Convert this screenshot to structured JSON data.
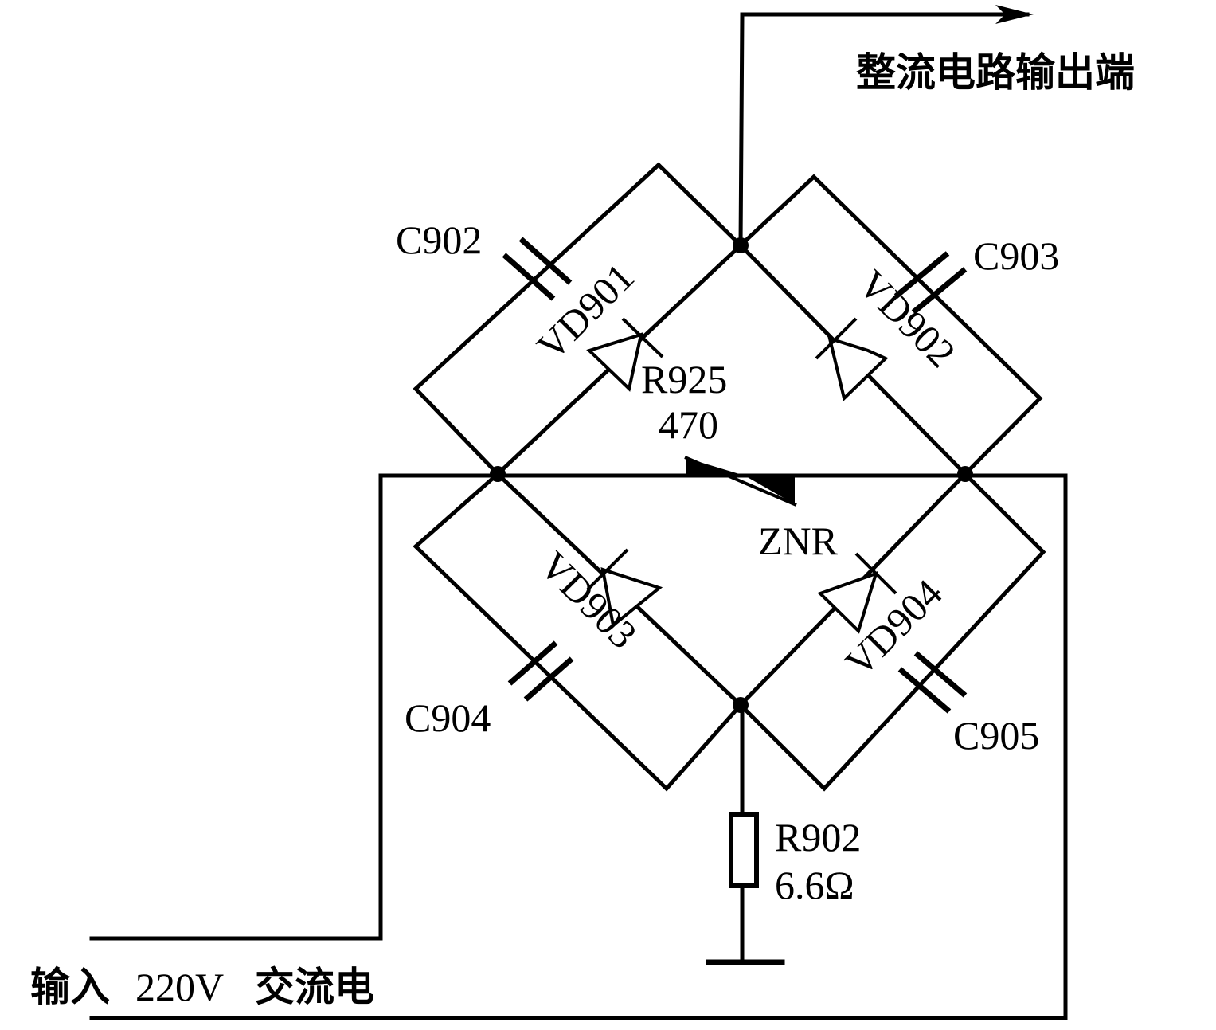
{
  "labels": {
    "output": "整流电路输出端",
    "input_cn1": "输入",
    "input_voltage": "220V",
    "input_cn2": "交流电",
    "c902": "C902",
    "c903": "C903",
    "c904": "C904",
    "c905": "C905",
    "vd901": "VD901",
    "vd902": "VD902",
    "vd903": "VD903",
    "vd904": "VD904",
    "r925": "R925",
    "r925_value": "470",
    "znr": "ZNR",
    "r902": "R902",
    "r902_value": "6.6Ω"
  }
}
